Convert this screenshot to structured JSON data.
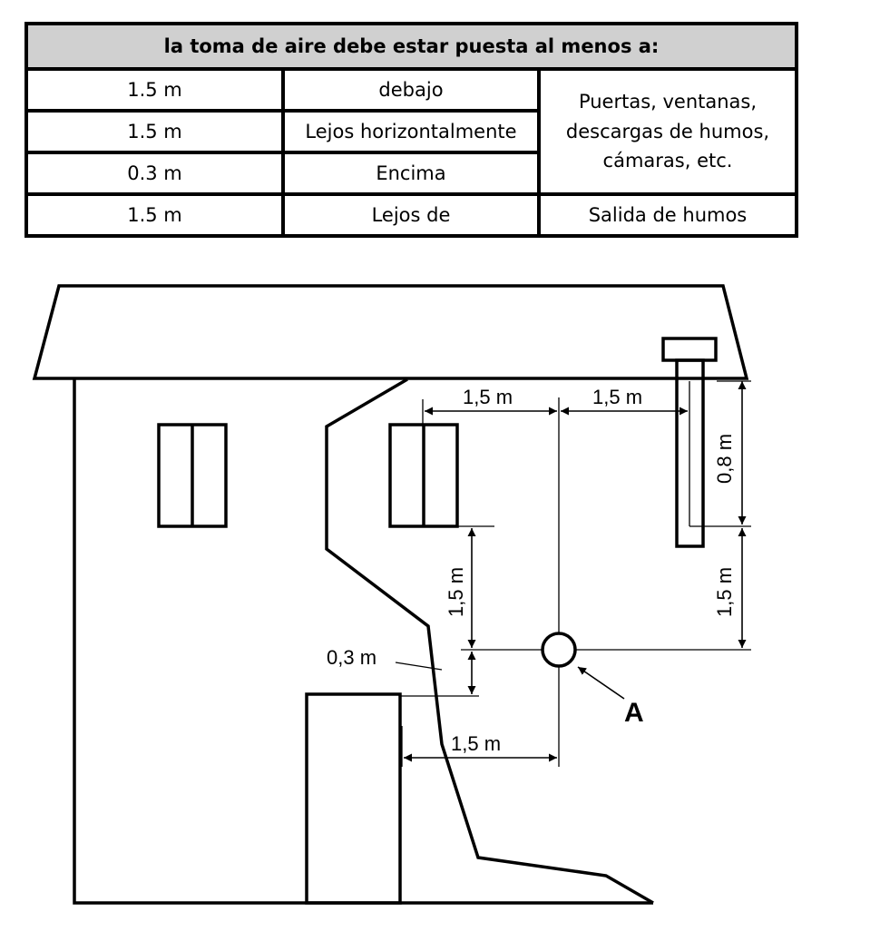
{
  "table": {
    "header": "la toma de aire debe estar puesta al menos a:",
    "rows": [
      {
        "distance": "1.5 m",
        "relation": "debajo"
      },
      {
        "distance": "1.5 m",
        "relation": "Lejos horizontalmente"
      },
      {
        "distance": "0.3 m",
        "relation": "Encima"
      },
      {
        "distance": "1.5 m",
        "relation": "Lejos de",
        "target": "Salida de humos"
      }
    ],
    "merged_target_lines": [
      "Puertas, ventanas,",
      "descargas de humos,",
      "cámaras, etc."
    ]
  },
  "diagram": {
    "dimensions": {
      "window_to_intake": "1,5 m",
      "intake_to_flue": "1,5 m",
      "flue_height": "0,8 m",
      "window_below": "1,5 m",
      "flue_below": "1,5 m",
      "door_above": "0,3 m",
      "door_to_intake": "1,5 m"
    },
    "intake_label": "A"
  }
}
